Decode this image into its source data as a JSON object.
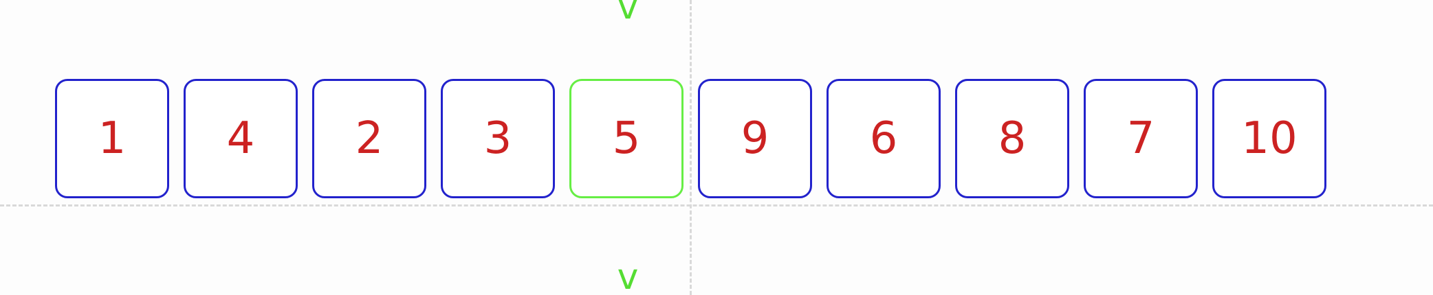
{
  "colors": {
    "cell_border": "#2222cc",
    "pivot_border": "#66ee44",
    "cell_text": "#cc2222",
    "marker": "#55dd33",
    "guide_line": "#d9d9d9"
  },
  "markers": {
    "top_label": "v",
    "bottom_label": "v"
  },
  "pivot_index": 4,
  "cells": [
    "1",
    "4",
    "2",
    "3",
    "5",
    "9",
    "6",
    "8",
    "7",
    "10"
  ]
}
